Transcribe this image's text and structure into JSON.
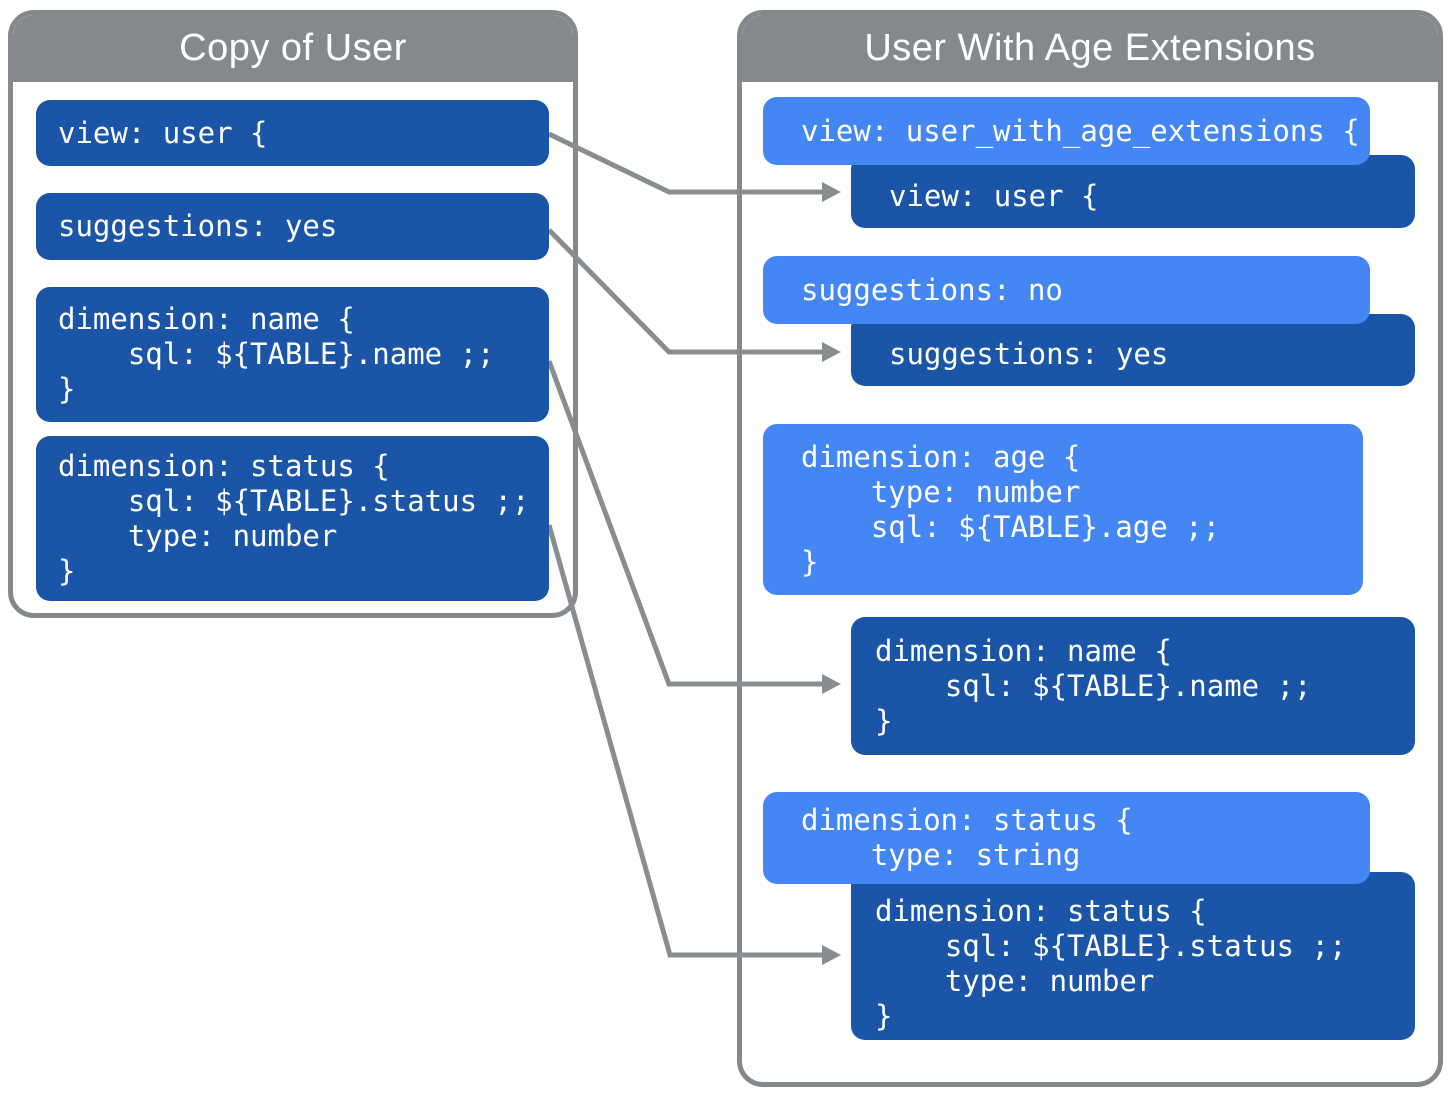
{
  "colors": {
    "dark_blue": "#1B55A8",
    "light_blue": "#4486F4",
    "panel_gray": "#85888D",
    "arrow_gray": "#8A8D90",
    "text_white": "#FFFFFF"
  },
  "left_panel": {
    "title": "Copy of User",
    "boxes": [
      {
        "code": "view: user {"
      },
      {
        "code": "suggestions: yes"
      },
      {
        "code": "dimension: name {\n    sql: ${TABLE}.name ;;\n}"
      },
      {
        "code": "dimension: status {\n    sql: ${TABLE}.status ;;\n    type: number\n}"
      }
    ]
  },
  "right_panel": {
    "title": "User With Age Extensions",
    "groups": [
      {
        "extension": "view: user_with_age_extensions {",
        "inherited": "view: user {"
      },
      {
        "extension": "suggestions: no",
        "inherited": "suggestions: yes"
      },
      {
        "extension": "dimension: age {\n    type: number\n    sql: ${TABLE}.age ;;\n}",
        "inherited": "dimension: name {\n    sql: ${TABLE}.name ;;\n}"
      },
      {
        "extension": "dimension: status {\n    type: string",
        "inherited": "dimension: status {\n    sql: ${TABLE}.status ;;\n    type: number\n}"
      }
    ]
  }
}
